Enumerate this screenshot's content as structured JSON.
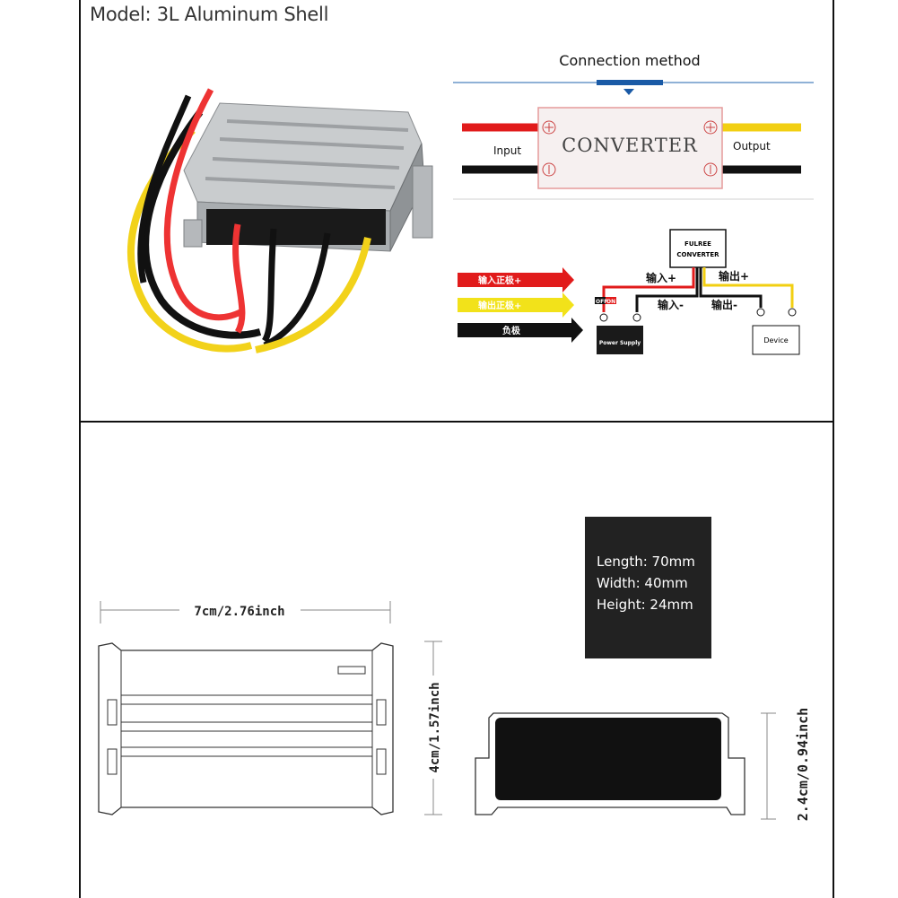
{
  "model_title": "Model: 3L Aluminum Shell",
  "connection": {
    "title": "Connection method",
    "converter_label": "CONVERTER",
    "input_label": "Input",
    "output_label": "Output"
  },
  "wiring": {
    "legend": [
      "输入正极+",
      "输出正极+",
      "负极"
    ],
    "converter_box": [
      "FULREE",
      "CONVERTER"
    ],
    "input_pos": "输入+",
    "input_neg": "输入-",
    "output_pos": "输出+",
    "output_neg": "输出-",
    "switch_off": "OFF",
    "switch_on": "ON",
    "power_supply": "Power Supply",
    "device": "Device"
  },
  "dimensions": {
    "length": "Length: 70mm",
    "width": "Width: 40mm",
    "height": "Height: 24mm",
    "length_label": "7cm/2.76inch",
    "width_label": "4cm/1.57inch",
    "height_label": "2.4cm/0.94inch"
  },
  "colors": {
    "red": "#e11b1b",
    "yellow": "#f2cf12",
    "black": "#111111",
    "blue": "#1a5aa6"
  }
}
